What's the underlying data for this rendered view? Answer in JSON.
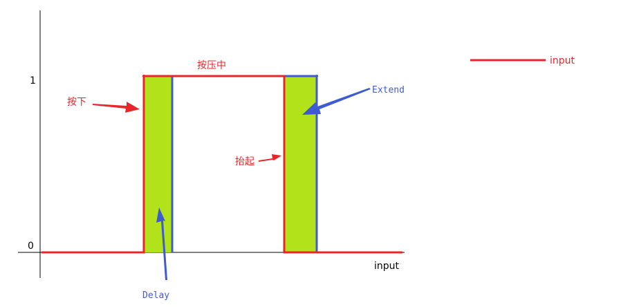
{
  "diagram": {
    "y_tick_high": "1",
    "y_tick_low": "0",
    "x_axis_label": "input",
    "legend_label": "input",
    "annotations": {
      "pressing": "按压中",
      "press_down": "按下",
      "lift_up": "抬起",
      "delay": "Delay",
      "extend": "Extend"
    },
    "colors": {
      "signal": "#e8262a",
      "delay_fill": "#b2e31a",
      "blue": "#3f5bd1",
      "axis": "#000000"
    }
  }
}
